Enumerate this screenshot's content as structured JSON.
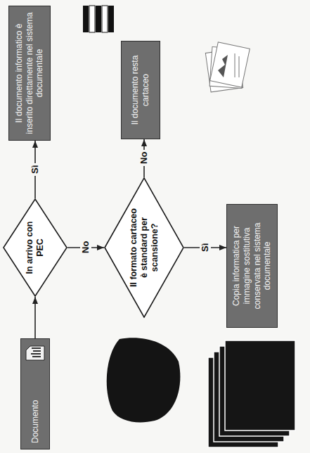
{
  "diagram": {
    "nodes": [
      {
        "text": [
          "Documento"
        ]
      },
      {
        "text": [
          "In arrivo con PEC"
        ]
      },
      {
        "text": [
          "Il documento informatico è inserito direttamente nel sistema documentale"
        ]
      },
      {
        "text": [
          "Il formato cartaceo è standard per scansione?"
        ]
      },
      {
        "text": [
          "Il documento resta cartaceo"
        ]
      },
      {
        "text": [
          "Copia informatica per immagine sostitutiva conservata nel sistema documentale"
        ]
      }
    ],
    "edges": [
      {
        "from": 0,
        "to": 1,
        "arrow": "to"
      },
      {
        "from": 1,
        "to": 2,
        "label": "Sì",
        "arrow": "to"
      },
      {
        "from": 1,
        "to": 3,
        "label": "No",
        "arrow": "to"
      },
      {
        "from": 3,
        "to": 4,
        "label": "No",
        "arrow": "to"
      },
      {
        "from": 3,
        "to": 5,
        "label": "Sì",
        "arrow": "to"
      }
    ]
  }
}
